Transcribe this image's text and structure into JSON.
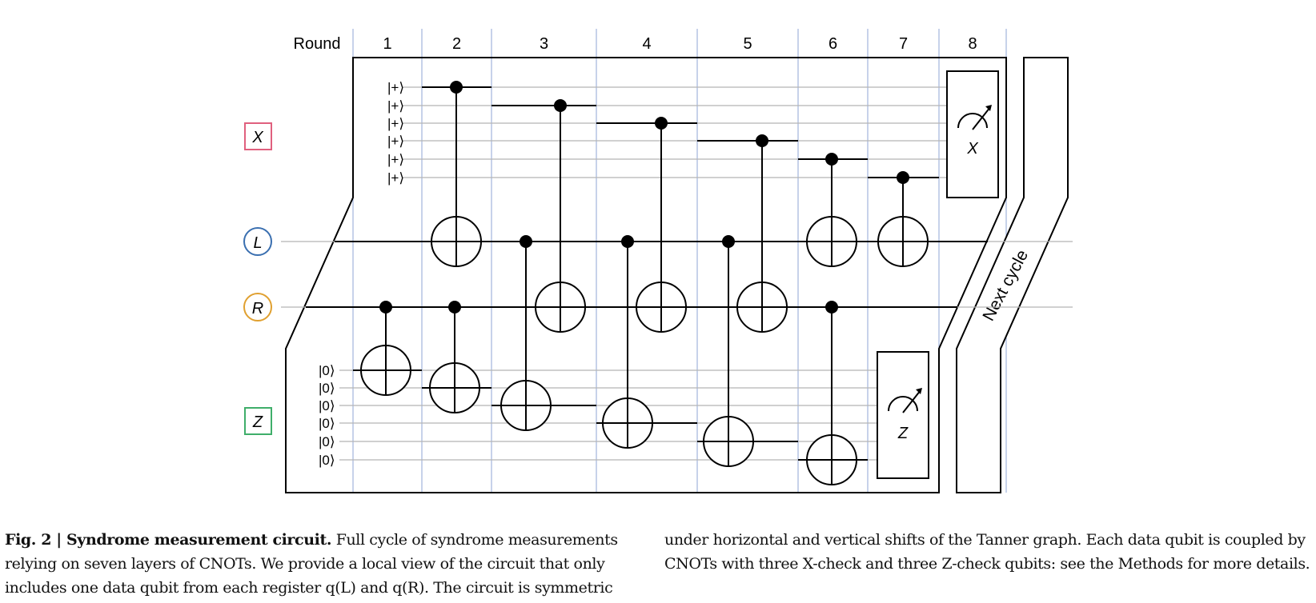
{
  "figure": {
    "round_header": "Round",
    "rounds": [
      "1",
      "2",
      "3",
      "4",
      "5",
      "6",
      "7",
      "8"
    ],
    "registers": {
      "x": {
        "label": "X",
        "color": "#e0607e"
      },
      "l": {
        "label": "L",
        "color": "#3a6fb0"
      },
      "r": {
        "label": "R",
        "color": "#e0a030"
      },
      "z": {
        "label": "Z",
        "color": "#3fae6a"
      }
    },
    "x_init_state": "|+⟩",
    "z_init_state": "|0⟩",
    "x_measure_label": "X",
    "z_measure_label": "Z",
    "next_cycle_label": "Next cycle",
    "colors": {
      "round_divider": "#8fa6d6",
      "wire": "#b5b5b5",
      "gate": "#000000"
    }
  },
  "caption": {
    "title": "Fig. 2 | Syndrome measurement circuit.",
    "left_body": "Full cycle of syndrome measurements relying on seven layers of CNOTs. We provide a local view of the circuit that only includes one data qubit from each register q(L) and q(R). The circuit is symmetric",
    "right_body": "under horizontal and vertical shifts of the Tanner graph. Each data qubit is coupled by CNOTs with three X-check and three Z-check qubits: see the Methods for more details."
  }
}
